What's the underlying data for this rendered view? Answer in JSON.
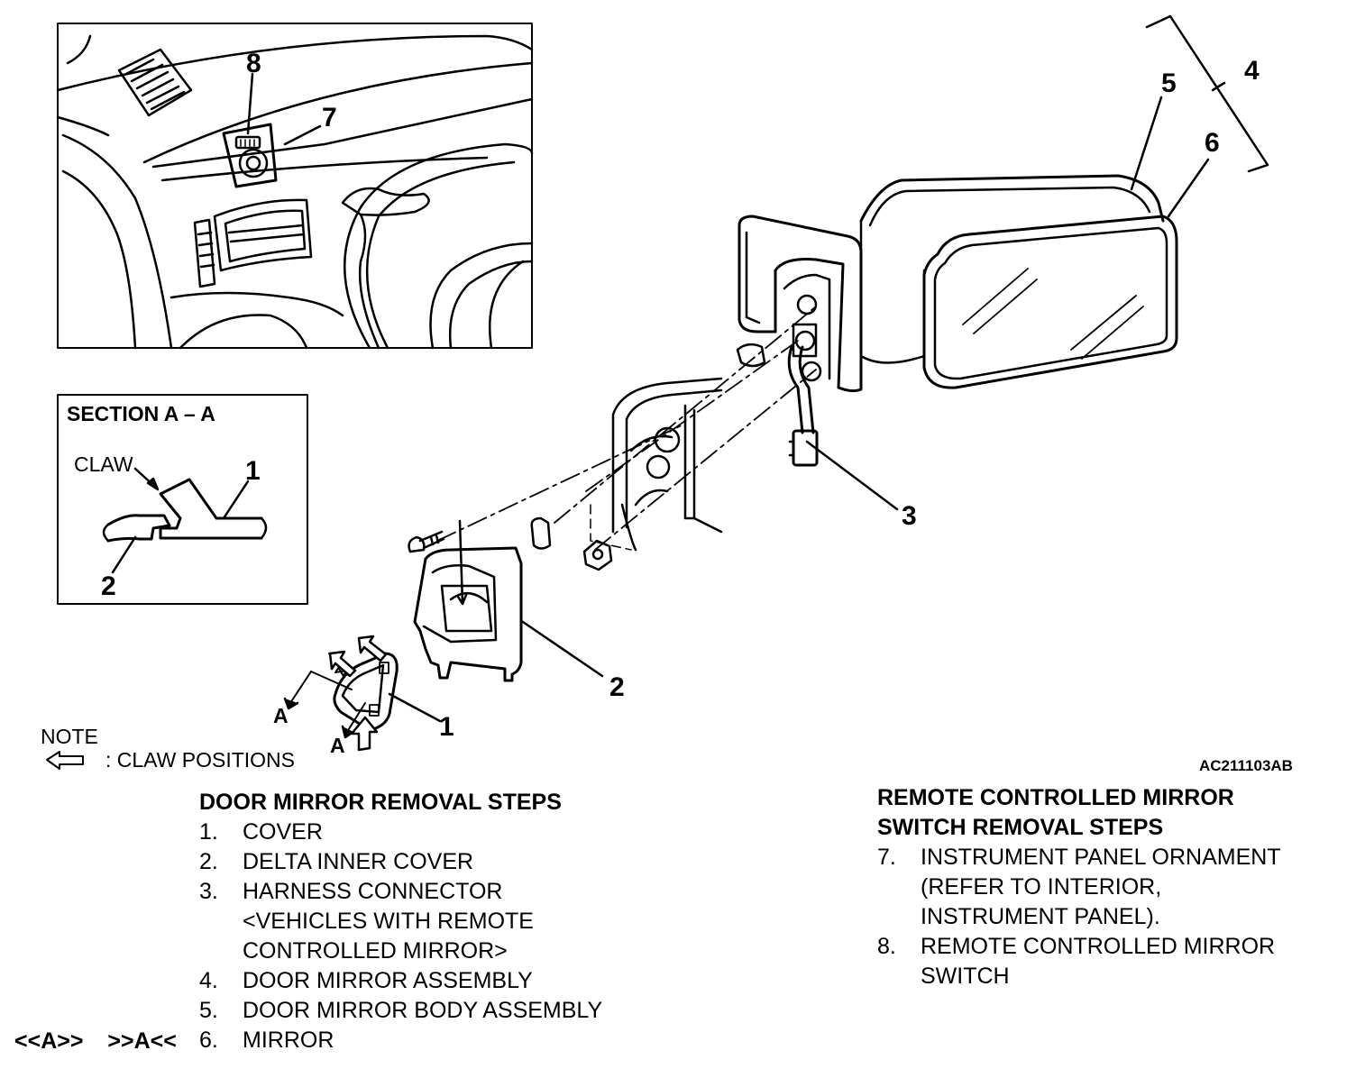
{
  "callouts": {
    "c1": "1",
    "c2": "2",
    "c3": "3",
    "c4": "4",
    "c5": "5",
    "c6": "6",
    "c7": "7",
    "c8": "8"
  },
  "section": {
    "title": "SECTION A – A",
    "claw": "CLAW",
    "num1": "1",
    "num2": "2"
  },
  "view_marks": {
    "a1": "A",
    "a2": "A"
  },
  "note": {
    "title": "NOTE",
    "text": ": CLAW POSITIONS"
  },
  "figure_code": "AC211103AB",
  "door_mirror": {
    "heading": "DOOR MIRROR REMOVAL STEPS",
    "steps": [
      {
        "n": "1.",
        "t": "COVER"
      },
      {
        "n": "2.",
        "t": "DELTA INNER COVER"
      },
      {
        "n": "3.",
        "t": "HARNESS CONNECTOR"
      },
      {
        "n": "",
        "t": "<VEHICLES WITH REMOTE"
      },
      {
        "n": "",
        "t": "CONTROLLED MIRROR>"
      },
      {
        "n": "4.",
        "t": "DOOR MIRROR ASSEMBLY"
      },
      {
        "n": "5.",
        "t": "DOOR MIRROR BODY ASSEMBLY"
      },
      {
        "n": "6.",
        "t": "MIRROR"
      }
    ],
    "marks": [
      "<<A>>",
      ">>A<<"
    ]
  },
  "switch": {
    "heading1": "REMOTE CONTROLLED MIRROR",
    "heading2": "SWITCH REMOVAL STEPS",
    "steps": [
      {
        "n": "7.",
        "t": "INSTRUMENT PANEL ORNAMENT"
      },
      {
        "n": "",
        "t": "(REFER TO INTERIOR,"
      },
      {
        "n": "",
        "t": "INSTRUMENT PANEL)."
      },
      {
        "n": "8.",
        "t": "REMOTE CONTROLLED MIRROR"
      },
      {
        "n": "",
        "t": "SWITCH"
      }
    ]
  }
}
